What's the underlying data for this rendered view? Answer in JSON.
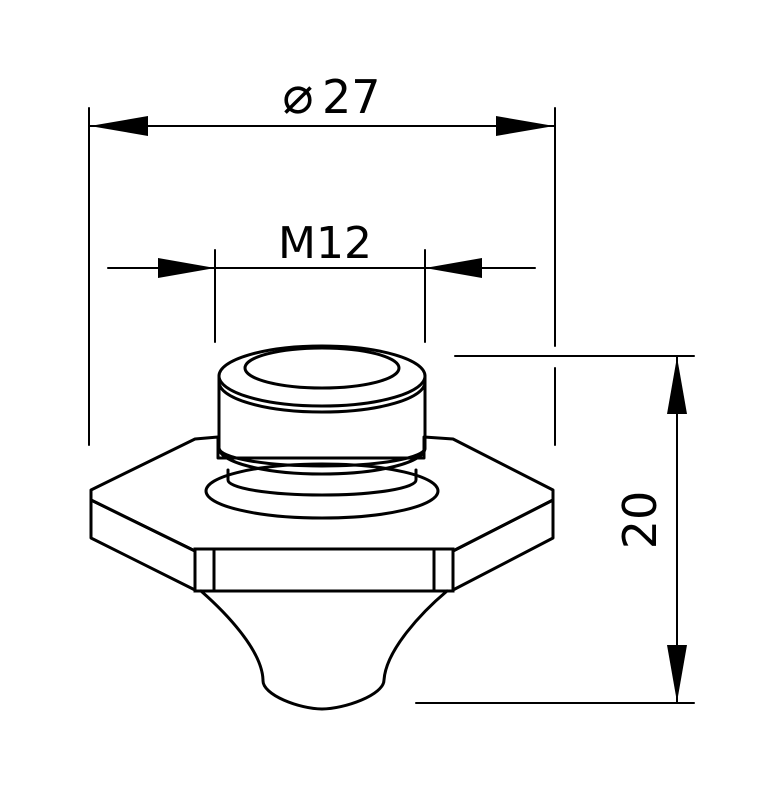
{
  "dimensions": {
    "outer_diameter": {
      "symbol": "⌀",
      "value": "27"
    },
    "thread": {
      "label": "M12"
    },
    "height": {
      "value": "20"
    }
  },
  "colors": {
    "line": "#000000",
    "background": "#ffffff"
  }
}
